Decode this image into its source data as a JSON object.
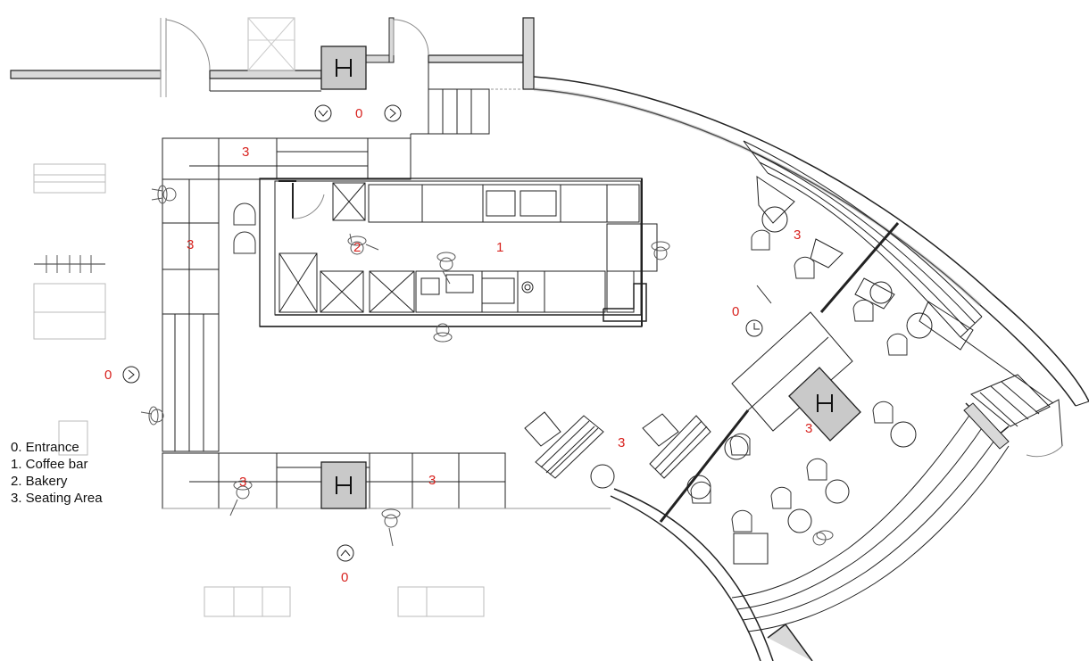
{
  "legend": {
    "items": [
      "0. Entrance",
      "1. Coffee bar",
      "2. Bakery",
      "3. Seating Area"
    ]
  },
  "zone_labels": {
    "entrance": "0",
    "coffee_bar": "1",
    "bakery": "2",
    "seating": "3"
  },
  "column_marker": "H",
  "colors": {
    "zone_label": "#d8231f",
    "wall_fill": "#d9d9d9",
    "column_fill": "#c9c9c9",
    "line": "#222222"
  },
  "icons": [
    "column-icon",
    "entrance-arrow-icon",
    "person-icon",
    "chair-icon",
    "table-icon"
  ]
}
